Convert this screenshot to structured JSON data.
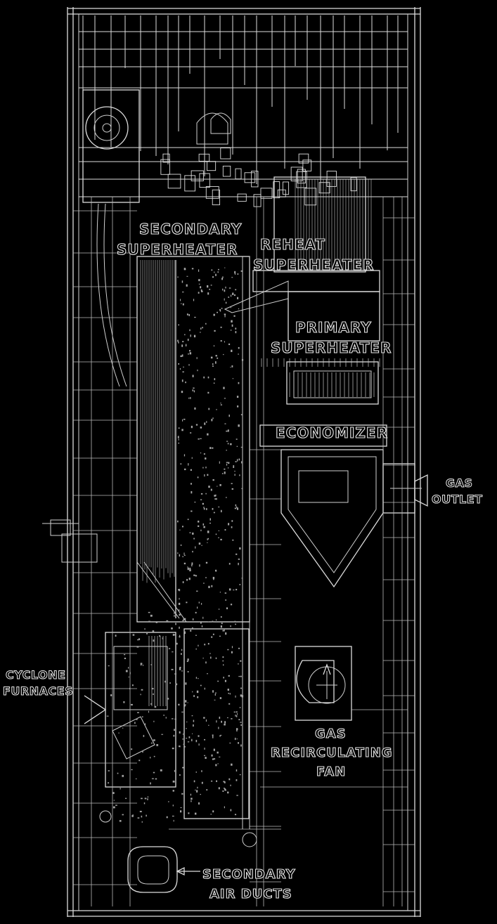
{
  "labels": {
    "secondary_superheater": [
      "SECONDARY",
      "SUPERHEATER"
    ],
    "reheat_superheater": [
      "REHEAT",
      "SUPERHEATER"
    ],
    "primary_superheater": [
      "PRIMARY",
      "SUPERHEATER"
    ],
    "economizer": [
      "ECONOMIZER"
    ],
    "gas_outlet": [
      "GAS",
      "OUTLET"
    ],
    "cyclone_furnaces": [
      "CYCLONE",
      "FURNACES"
    ],
    "gas_recirculating_fan": [
      "GAS",
      "RECIRCULATING",
      "FAN"
    ],
    "secondary_air_ducts": [
      "SECONDARY",
      "AIR DUCTS"
    ]
  },
  "colors": {
    "background": "#000000",
    "line": "#dcdcdc"
  }
}
